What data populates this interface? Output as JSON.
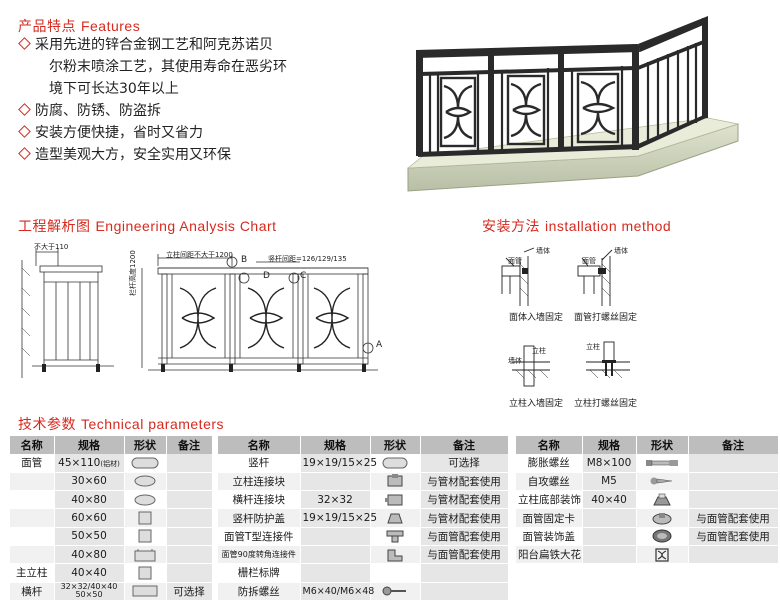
{
  "features": {
    "title_zh": "产品特点",
    "title_en": "Features",
    "lines": [
      "采用先进的锌合金钢工艺和阿克苏诺贝",
      "尔粉末喷涂工艺，其使用寿命在恶劣环",
      "境下可长达30年以上",
      "防腐、防锈、防盗拆",
      "安装方便快捷，省时又省力",
      "造型美观大方，安全实用又环保"
    ]
  },
  "engineering": {
    "title_zh": "工程解析图",
    "title_en": "Engineering Analysis Chart",
    "dims": {
      "max110": "不大于110",
      "post_spacing": "立柱间距不大于1200",
      "bar_spacing": "竖杆间距=126/129/135",
      "height": "栏杆高度1200"
    },
    "markers": [
      "A",
      "B",
      "C",
      "D"
    ]
  },
  "install": {
    "title_zh": "安装方法",
    "title_en": "installation method",
    "labels": [
      "墙体",
      "面管",
      "墙体",
      "面管",
      "立柱",
      "墙体",
      "立柱"
    ],
    "captions": [
      "面体入墙固定",
      "面管打螺丝固定",
      "立柱入墙固定",
      "立柱打螺丝固定"
    ]
  },
  "params": {
    "title_zh": "技术参数",
    "title_en": "Technical parameters",
    "headers": [
      "名称",
      "规格",
      "形状",
      "备注"
    ],
    "table1": [
      {
        "name": "面管",
        "spec": "45×110",
        "spec_note": "(铝材)",
        "shape": "pill-icon",
        "note": ""
      },
      {
        "name": "",
        "spec": "30×60",
        "shape": "oval-icon",
        "note": ""
      },
      {
        "name": "",
        "spec": "40×80",
        "shape": "oval-icon",
        "note": ""
      },
      {
        "name": "",
        "spec": "60×60",
        "shape": "square-tube-icon",
        "note": ""
      },
      {
        "name": "",
        "spec": "50×50",
        "shape": "square-tube-icon",
        "note": ""
      },
      {
        "name": "",
        "spec": "40×80",
        "shape": "flat-tube-icon",
        "note": ""
      },
      {
        "name": "主立柱",
        "spec": "40×40",
        "shape": "square-tube-icon",
        "note": ""
      },
      {
        "name": "横杆",
        "spec": "32×32/40×40",
        "spec2": "50×50",
        "shape": "wide-bar-icon",
        "note": "可选择"
      }
    ],
    "table2": [
      {
        "name": "竖杆",
        "spec": "19×19/15×25",
        "shape": "pill-icon",
        "note": "可选择"
      },
      {
        "name": "立柱连接块",
        "spec": "",
        "shape": "connector-icon",
        "note": "与管材配套使用"
      },
      {
        "name": "横杆连接块",
        "spec": "32×32",
        "shape": "connector-icon",
        "note": "与管材配套使用"
      },
      {
        "name": "竖杆防护盖",
        "spec": "19×19/15×25",
        "shape": "cap-icon",
        "note": "与管材配套使用"
      },
      {
        "name": "面管T型连接件",
        "spec": "",
        "shape": "tee-connector-icon",
        "note": "与面管配套使用"
      },
      {
        "name": "面管90度转角连接件",
        "spec": "",
        "shape": "elbow-connector-icon",
        "note": "与面管配套使用"
      },
      {
        "name": "栅栏标牌",
        "spec": "",
        "shape": "",
        "note": ""
      },
      {
        "name": "防拆螺丝",
        "spec": "M6×40/M6×48",
        "shape": "screw-icon",
        "note": ""
      }
    ],
    "table3": [
      {
        "name": "膨胀螺丝",
        "spec": "M8×100",
        "shape": "bolt-icon",
        "note": ""
      },
      {
        "name": "自攻螺丝",
        "spec": "M5",
        "shape": "self-tapping-screw-icon",
        "note": ""
      },
      {
        "name": "立柱底部装饰",
        "spec": "40×40",
        "shape": "base-cover-icon",
        "note": ""
      },
      {
        "name": "面管固定卡",
        "spec": "",
        "shape": "clip-icon",
        "note": "与面管配套使用"
      },
      {
        "name": "面管装饰盖",
        "spec": "",
        "shape": "end-cap-icon",
        "note": "与面管配套使用"
      },
      {
        "name": "阳台扁铁大花",
        "spec": "",
        "shape": "flower-icon",
        "note": ""
      }
    ]
  },
  "colors": {
    "accent": "#d62a1f",
    "header_bg": "#bdbdbd",
    "stripe": "#e6e6e6",
    "iron": "#2a2a2a"
  }
}
